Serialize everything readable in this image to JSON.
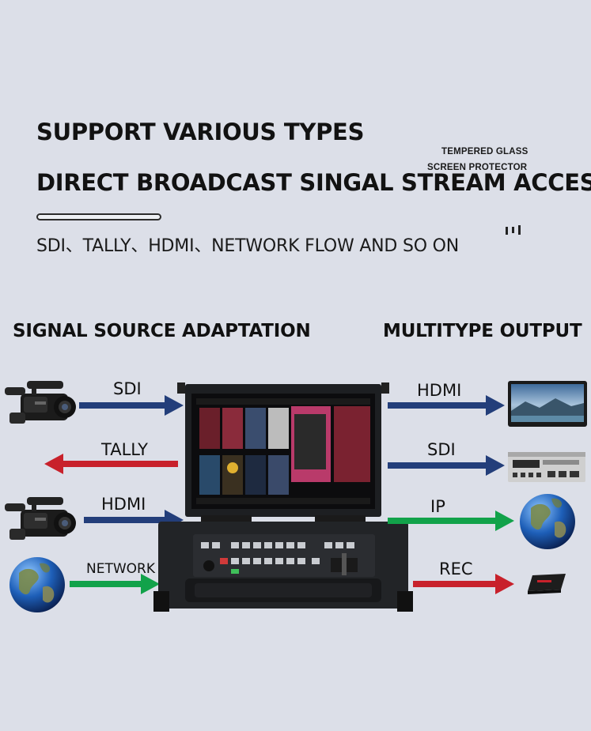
{
  "header": {
    "line1": "SUPPORT VARIOUS TYPES",
    "line2": "DIRECT BROADCAST SINGAL STREAM ACCESS",
    "note_line1": "TEMPERED GLASS",
    "note_line2": "SCREEN PROTECTOR",
    "subline": "SDI、TALLY、HDMI、NETWORK FLOW AND SO ON"
  },
  "sections": {
    "left_title": "SIGNAL SOURCE ADAPTATION",
    "right_title": "MULTITYPE OUTPUT"
  },
  "inputs": [
    {
      "label": "SDI",
      "device": "camcorder-icon",
      "direction": "in",
      "color": "#233e7a"
    },
    {
      "label": "TALLY",
      "device": "none",
      "direction": "out",
      "color": "#c8212b"
    },
    {
      "label": "HDMI",
      "device": "camcorder-icon",
      "direction": "in",
      "color": "#233e7a"
    },
    {
      "label": "NETWORK",
      "device": "globe-icon",
      "direction": "in",
      "color": "#12a24a"
    }
  ],
  "outputs": [
    {
      "label": "HDMI",
      "device": "monitor-icon",
      "color": "#233e7a"
    },
    {
      "label": "SDI",
      "device": "recorder-deck-icon",
      "color": "#233e7a"
    },
    {
      "label": "IP",
      "device": "globe-icon",
      "color": "#12a24a"
    },
    {
      "label": "REC",
      "device": "hard-drive-icon",
      "color": "#c8212b"
    }
  ],
  "colors": {
    "background": "#dcdfe8",
    "blue_arrow": "#233e7a",
    "red_arrow": "#c8212b",
    "green_arrow": "#12a24a"
  }
}
